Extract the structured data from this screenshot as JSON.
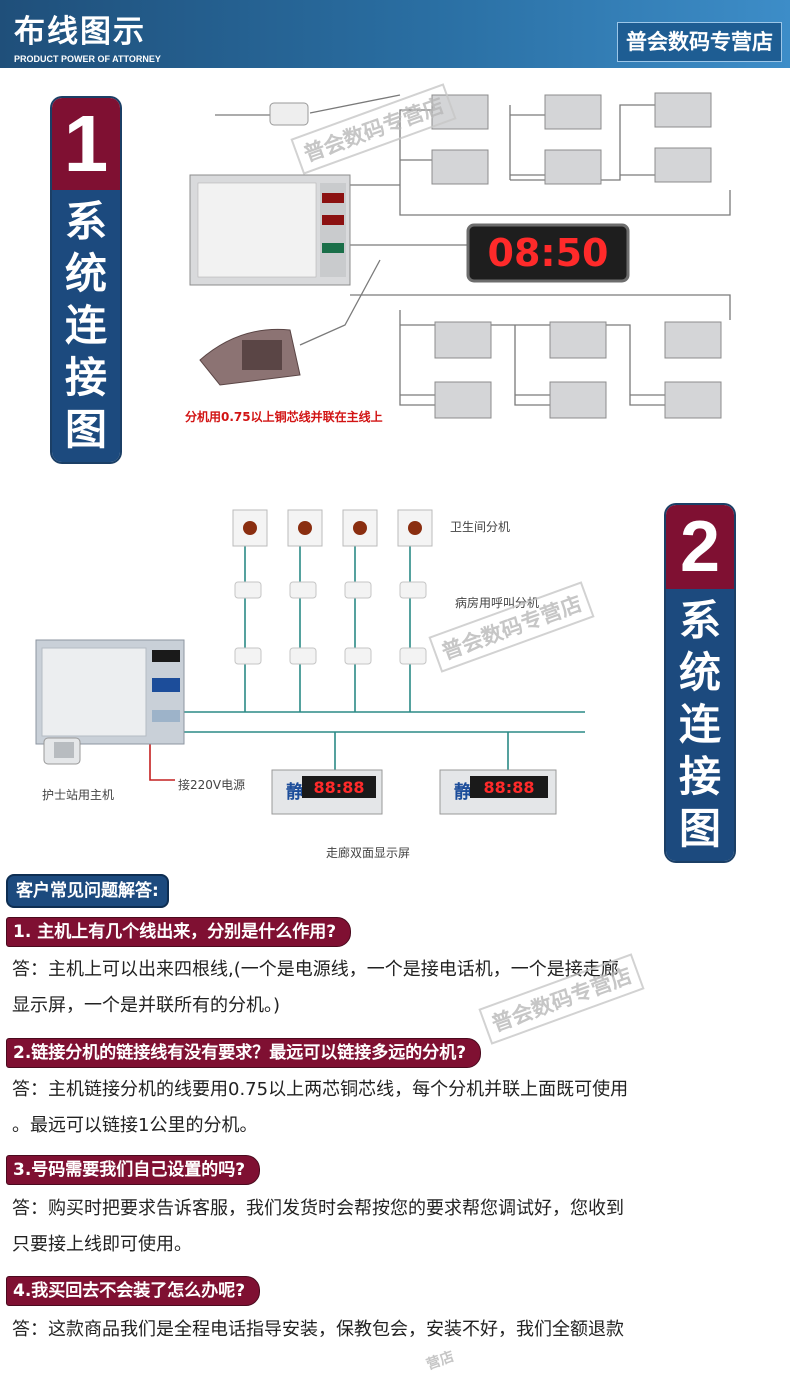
{
  "header": {
    "title": "布线图示",
    "subtitle": "PRODUCT POWER OF ATTORNEY",
    "shop": "普会数码专营店"
  },
  "diagram1": {
    "badge_num": "1",
    "badge_text": [
      "系",
      "统",
      "连",
      "接",
      "图"
    ],
    "clock": "08:50",
    "note": "分机用0.75以上铜芯线并联在主线上"
  },
  "diagram2": {
    "badge_num": "2",
    "badge_text": [
      "系",
      "统",
      "连",
      "接",
      "图"
    ],
    "toilet_label": "卫生间分机",
    "ward_label": "病房用呼叫分机",
    "host_label": "护士站用主机",
    "power_label": "接220V电源",
    "display_label": "走廊双面显示屏",
    "display_char": "静",
    "display_digits": "88:88"
  },
  "watermark": "普会数码专营店",
  "watermark_partial": "营店",
  "faq": {
    "heading": "客户常见问题解答:",
    "items": [
      {
        "q": "1. 主机上有几个线出来，分别是什么作用?",
        "a": [
          "答：主机上可以出来四根线,(一个是电源线，一个是接电话机，一个是接走廊",
          "显示屏，一个是并联所有的分机。)"
        ]
      },
      {
        "q": "2.链接分机的链接线有没有要求？最远可以链接多远的分机?",
        "a": [
          "答：主机链接分机的线要用0.75以上两芯铜芯线，每个分机并联上面既可使用",
          "。最远可以链接1公里的分机。"
        ]
      },
      {
        "q": "3.号码需要我们自己设置的吗?",
        "a": [
          "答：购买时把要求告诉客服，我们发货时会帮按您的要求帮您调试好，您收到",
          "只要接上线即可使用。"
        ]
      },
      {
        "q": "4.我买回去不会装了怎么办呢?",
        "a": [
          "答：这款商品我们是全程电话指导安装，保教包会，安装不好，我们全额退款"
        ]
      }
    ]
  }
}
